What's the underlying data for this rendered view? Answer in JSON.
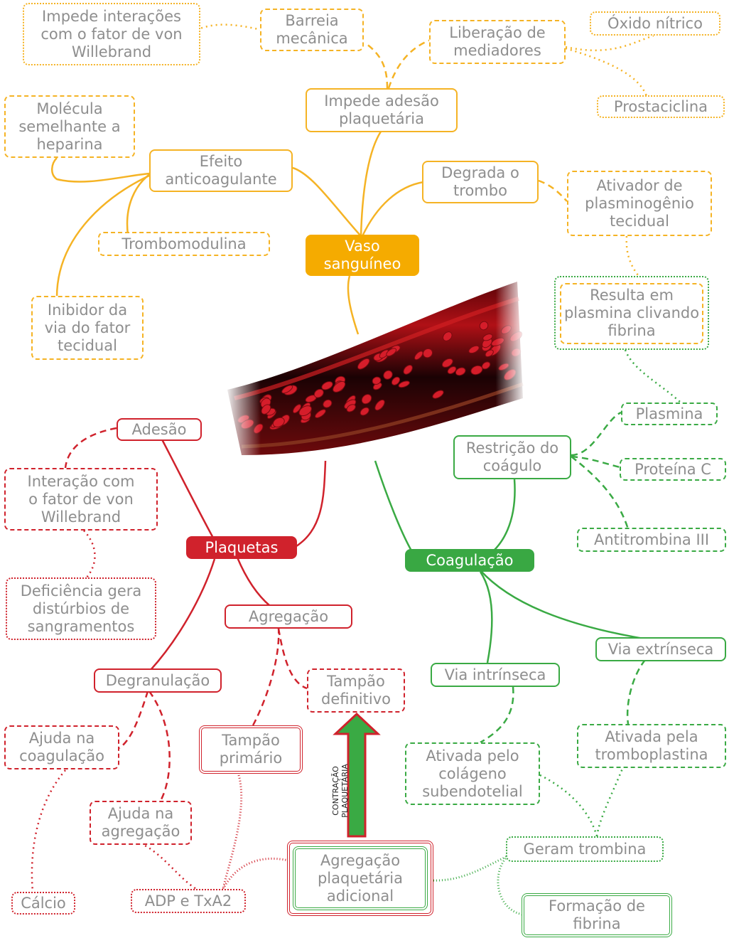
{
  "colors": {
    "yellow": "#f5b324",
    "red": "#d0222c",
    "green": "#3aaa44",
    "text": "#8e8e8e"
  },
  "vessel": {
    "icon": "blood-vessel-illustration"
  },
  "vaso": {
    "hub": "Vaso\nsanguíneo",
    "impede_adesao": "Impede adesão\nplaquetária",
    "barreira": "Barreia\nmecânica",
    "von_willebrand": "Impede interações\ncom o fator de von\nWillebrand",
    "liberacao": "Liberação de\nmediadores",
    "oxido": "Óxido nítrico",
    "prostaciclina": "Prostaciclina",
    "efeito": "Efeito\nanticoagulante",
    "heparina": "Molécula\nsemelhante a\nheparina",
    "trombomodulina": "Trombomodulina",
    "inibidor": "Inibidor da\nvia do fator\ntecidual",
    "degrada": "Degrada o\ntrombo",
    "ativador": "Ativador de\nplasminogênio\ntecidual",
    "resulta": "Resulta em\nplasmina clivando\nfibrina"
  },
  "plaquetas": {
    "hub": "Plaquetas",
    "adesao": "Adesão",
    "interacao": "Interação com\no fator de von\nWillebrand",
    "deficiencia": "Deficiência gera\ndistúrbios de\nsangramentos",
    "agregacao": "Agregação",
    "tampao_def": "Tampão\ndefinitivo",
    "tampao_prim": "Tampão\nprimário",
    "degranulacao": "Degranulação",
    "ajuda_coag": "Ajuda na\ncoagulação",
    "ajuda_agreg": "Ajuda na\nagregação",
    "calcio": "Cálcio",
    "adp": "ADP e TxA2",
    "agregacao_adicional": "Agregação\nplaquetária\nadicional",
    "contracao": "CONTRAÇÃO\nPLAQUETÁRIA"
  },
  "coagulacao": {
    "hub": "Coagulação",
    "restricao": "Restrição do\ncoágulo",
    "plasmina": "Plasmina",
    "proteina_c": "Proteína C",
    "antitrombina": "Antitrombina III",
    "via_ext": "Via extrínseca",
    "via_int": "Via intrínseca",
    "ativada_trombo": "Ativada pela\ntromboplastina",
    "ativada_colageno": "Ativada pelo\ncolágeno\nsubendotelial",
    "geram": "Geram trombina",
    "formacao": "Formação de\nfibrina"
  }
}
